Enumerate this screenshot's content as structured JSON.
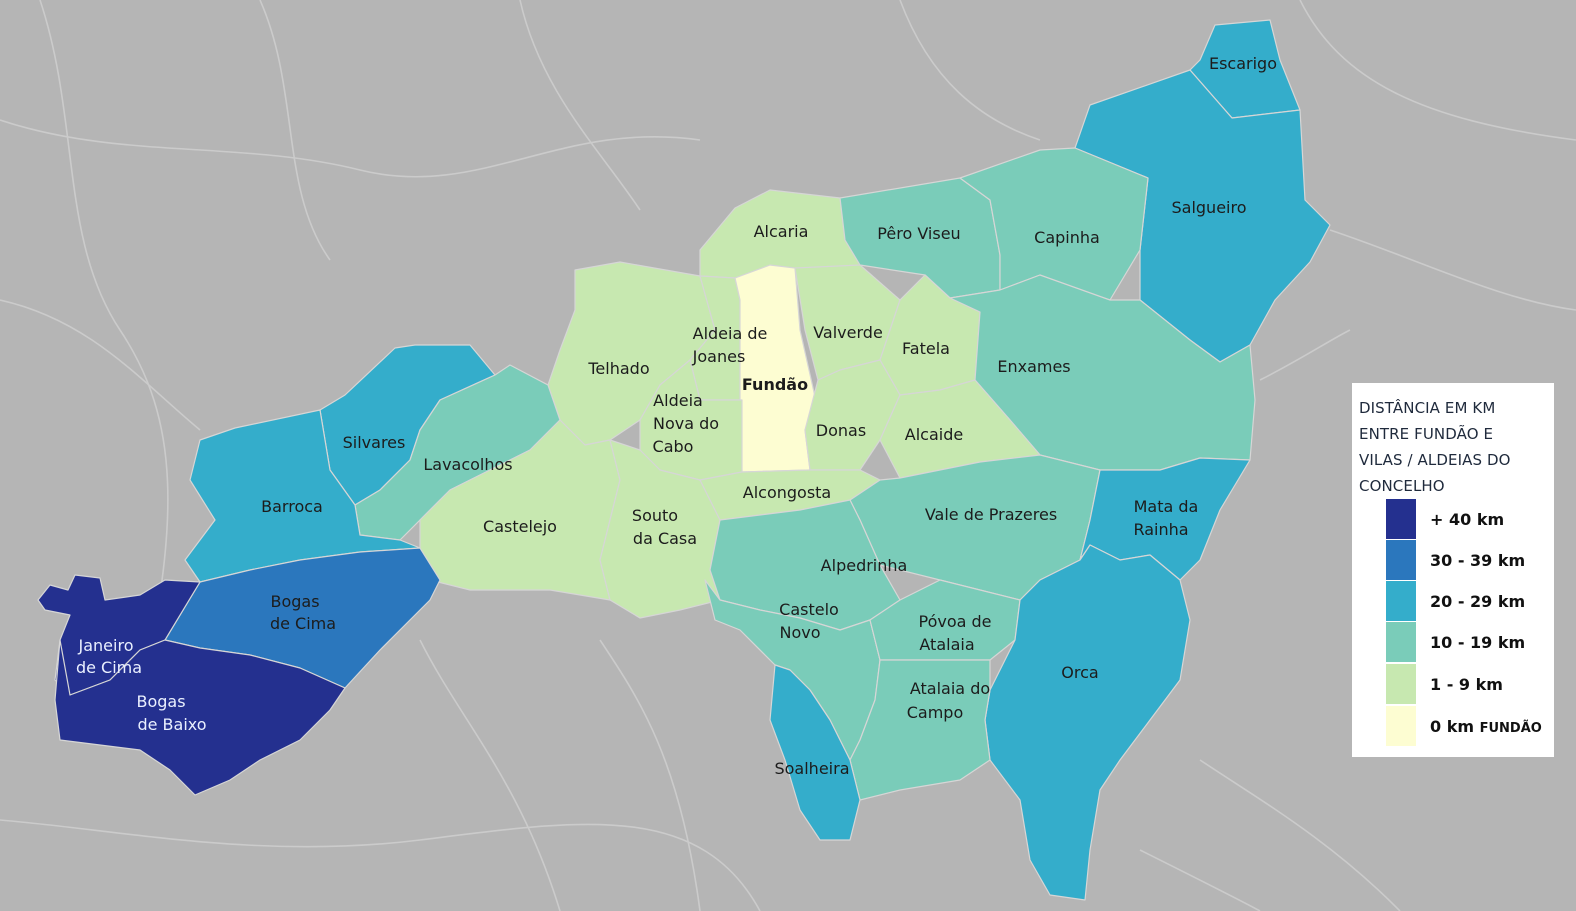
{
  "map": {
    "regions": [
      {
        "name": "Escarigo",
        "class": "20-29"
      },
      {
        "name": "Salgueiro",
        "class": "20-29"
      },
      {
        "name": "Alcaria",
        "class": "1-9"
      },
      {
        "name": "Pêro Viseu",
        "class": "10-19"
      },
      {
        "name": "Capinha",
        "class": "10-19"
      },
      {
        "name": "Aldeia de Joanes",
        "class": "1-9"
      },
      {
        "name": "Valverde",
        "class": "1-9"
      },
      {
        "name": "Fatela",
        "class": "1-9"
      },
      {
        "name": "Enxames",
        "class": "10-19"
      },
      {
        "name": "Telhado",
        "class": "1-9"
      },
      {
        "name": "Fundão",
        "class": "0"
      },
      {
        "name": "Aldeia Nova do Cabo",
        "class": "1-9"
      },
      {
        "name": "Donas",
        "class": "1-9"
      },
      {
        "name": "Alcaide",
        "class": "1-9"
      },
      {
        "name": "Silvares",
        "class": "20-29"
      },
      {
        "name": "Lavacolhos",
        "class": "10-19"
      },
      {
        "name": "Barroca",
        "class": "20-29"
      },
      {
        "name": "Alcongosta",
        "class": "1-9"
      },
      {
        "name": "Castelejo",
        "class": "1-9"
      },
      {
        "name": "Souto da Casa",
        "class": "1-9"
      },
      {
        "name": "Vale de Prazeres",
        "class": "10-19"
      },
      {
        "name": "Mata da Rainha",
        "class": "20-29"
      },
      {
        "name": "Alpedrinha",
        "class": "10-19"
      },
      {
        "name": "Bogas de Cima",
        "class": "30-39"
      },
      {
        "name": "Castelo Novo",
        "class": "10-19"
      },
      {
        "name": "Póvoa de Atalaia",
        "class": "10-19"
      },
      {
        "name": "Janeiro de Cima",
        "class": "40+"
      },
      {
        "name": "Orca",
        "class": "20-29"
      },
      {
        "name": "Atalaia do Campo",
        "class": "10-19"
      },
      {
        "name": "Bogas de Baixo",
        "class": "40+"
      },
      {
        "name": "Soalheira",
        "class": "20-29"
      }
    ],
    "labels": {
      "escarigo": "Escarigo",
      "salgueiro": "Salgueiro",
      "alcaria": "Alcaria",
      "pero_viseu": "Pêro Viseu",
      "capinha": "Capinha",
      "aldeia_joanes_1": "Aldeia de",
      "aldeia_joanes_2": "Joanes",
      "valverde": "Valverde",
      "fatela": "Fatela",
      "enxames": "Enxames",
      "telhado": "Telhado",
      "fundao": "Fundão",
      "aldeia_nova_1": "Aldeia",
      "aldeia_nova_2": "Nova do",
      "aldeia_nova_3": "Cabo",
      "donas": "Donas",
      "alcaide": "Alcaide",
      "silvares": "Silvares",
      "lavacolhos": "Lavacolhos",
      "barroca": "Barroca",
      "alcongosta": "Alcongosta",
      "castelejo": "Castelejo",
      "souto_1": "Souto",
      "souto_2": "da Casa",
      "vale_prazeres": "Vale de Prazeres",
      "mata_1": "Mata da",
      "mata_2": "Rainha",
      "alpedrinha": "Alpedrinha",
      "bogas_cima_1": "Bogas",
      "bogas_cima_2": "de Cima",
      "castelo_1": "Castelo",
      "castelo_2": "Novo",
      "povoa_1": "Póvoa de",
      "povoa_2": "Atalaia",
      "janeiro_1": "Janeiro",
      "janeiro_2": "de Cima",
      "orca": "Orca",
      "atalaia_1": "Atalaia do",
      "atalaia_2": "Campo",
      "bogas_baixo_1": "Bogas",
      "bogas_baixo_2": "de Baixo",
      "soalheira": "Soalheira"
    }
  },
  "legend": {
    "title_lines": [
      "DISTÂNCIA EM KM",
      "ENTRE FUNDÃO E",
      "VILAS / ALDEIAS DO",
      "CONCELHO"
    ],
    "items": [
      {
        "label": "+ 40 km",
        "suffix": "",
        "color": "#24308f"
      },
      {
        "label": "30 - 39 km",
        "suffix": "",
        "color": "#2b77bd"
      },
      {
        "label": "20 - 29 km",
        "suffix": "",
        "color": "#34adcb"
      },
      {
        "label": "10 - 19 km",
        "suffix": "",
        "color": "#7accb9"
      },
      {
        "label": "1 - 9 km",
        "suffix": "",
        "color": "#c7e8b0"
      },
      {
        "label": "0 km",
        "suffix": "FUNDÃO",
        "color": "#fdfdd2"
      }
    ]
  },
  "colors": {
    "background": "#b5b5b5",
    "class_40_plus": "#24308f",
    "class_30_39": "#2b77bd",
    "class_20_29": "#34adcb",
    "class_10_19": "#7accb9",
    "class_1_9": "#c7e8b0",
    "class_0": "#fdfdd2"
  }
}
